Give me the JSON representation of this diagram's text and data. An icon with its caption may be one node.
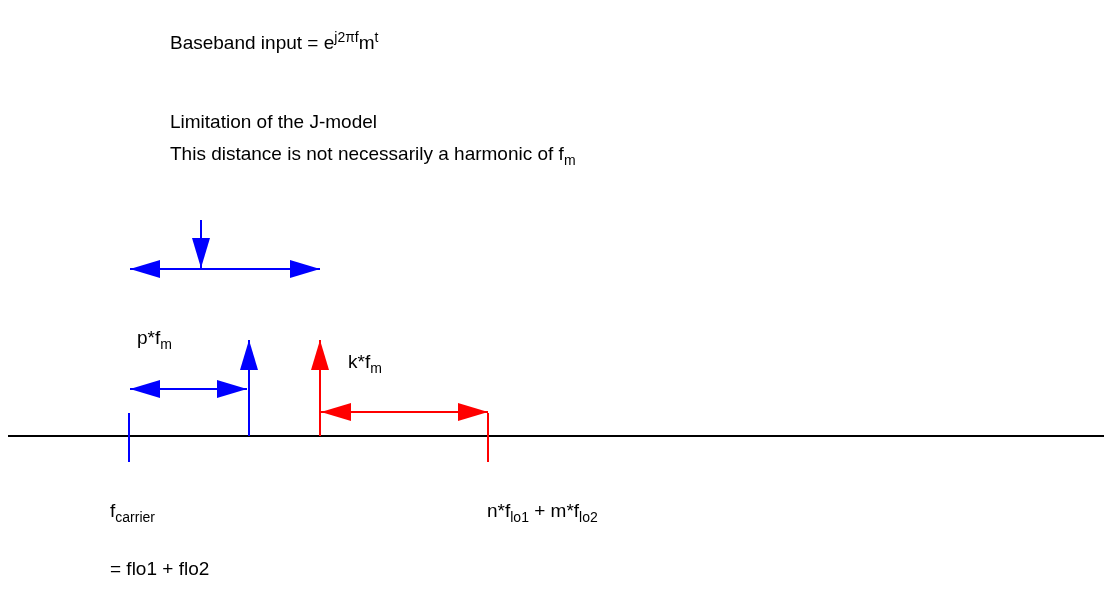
{
  "diagram": {
    "labels": [
      "Baseband input = e$^{j2πf}$m$^{t}$",
      "Limitation of the J-model",
      "This distance is not necessarily a harmonic of f$_{m}$",
      "p*f$_{m}$",
      "k*f$_{m}$",
      "f$_{carrier}$",
      "n*f$_{lo1}$ + m*f$_{lo2}$",
      "= flo1 + flo2"
    ]
  }
}
